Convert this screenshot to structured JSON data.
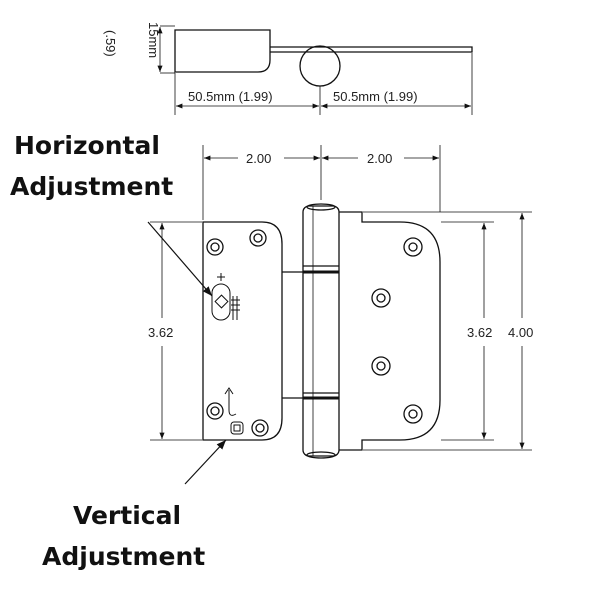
{
  "top_view": {
    "thickness_mm": "15mm",
    "thickness_in": "(.59)",
    "leaf_left": "50.5mm (1.99)",
    "leaf_right": "50.5mm (1.99)"
  },
  "front_view": {
    "width_left": "2.00",
    "width_right": "2.00",
    "height_left_plate": "3.62",
    "height_right_plate": "3.62",
    "height_overall": "4.00"
  },
  "callouts": {
    "horizontal_line1": "Horizontal",
    "horizontal_line2": "Adjustment",
    "vertical_line1": "Vertical",
    "vertical_line2": "Adjustment"
  },
  "colors": {
    "line": "#111111",
    "text": "#111111"
  }
}
